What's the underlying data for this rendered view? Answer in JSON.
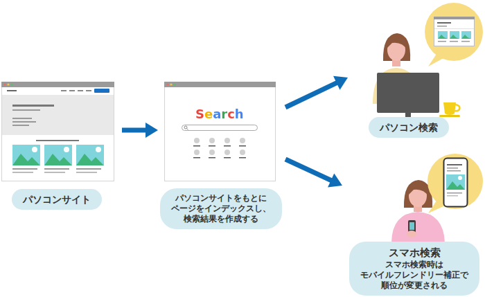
{
  "diagram": {
    "nodes": [
      {
        "text": [
          "パソコンサイト"
        ]
      },
      {
        "text": [
          "パソコンサイトをもとに ページをインデックスし、 検索結果を作成する"
        ]
      },
      {
        "text": [
          "パソコン検索"
        ]
      },
      {
        "text": [
          "スマホ検索",
          "スマホ検索時は モバイルフレンドリー補正で 順位が変更される"
        ]
      }
    ],
    "edges": [
      {
        "from": 0,
        "to": 1,
        "arrow": "to"
      },
      {
        "from": 1,
        "to": 2,
        "arrow": "to"
      },
      {
        "from": 1,
        "to": 3,
        "arrow": "to"
      }
    ],
    "labels": [
      "Search"
    ]
  }
}
